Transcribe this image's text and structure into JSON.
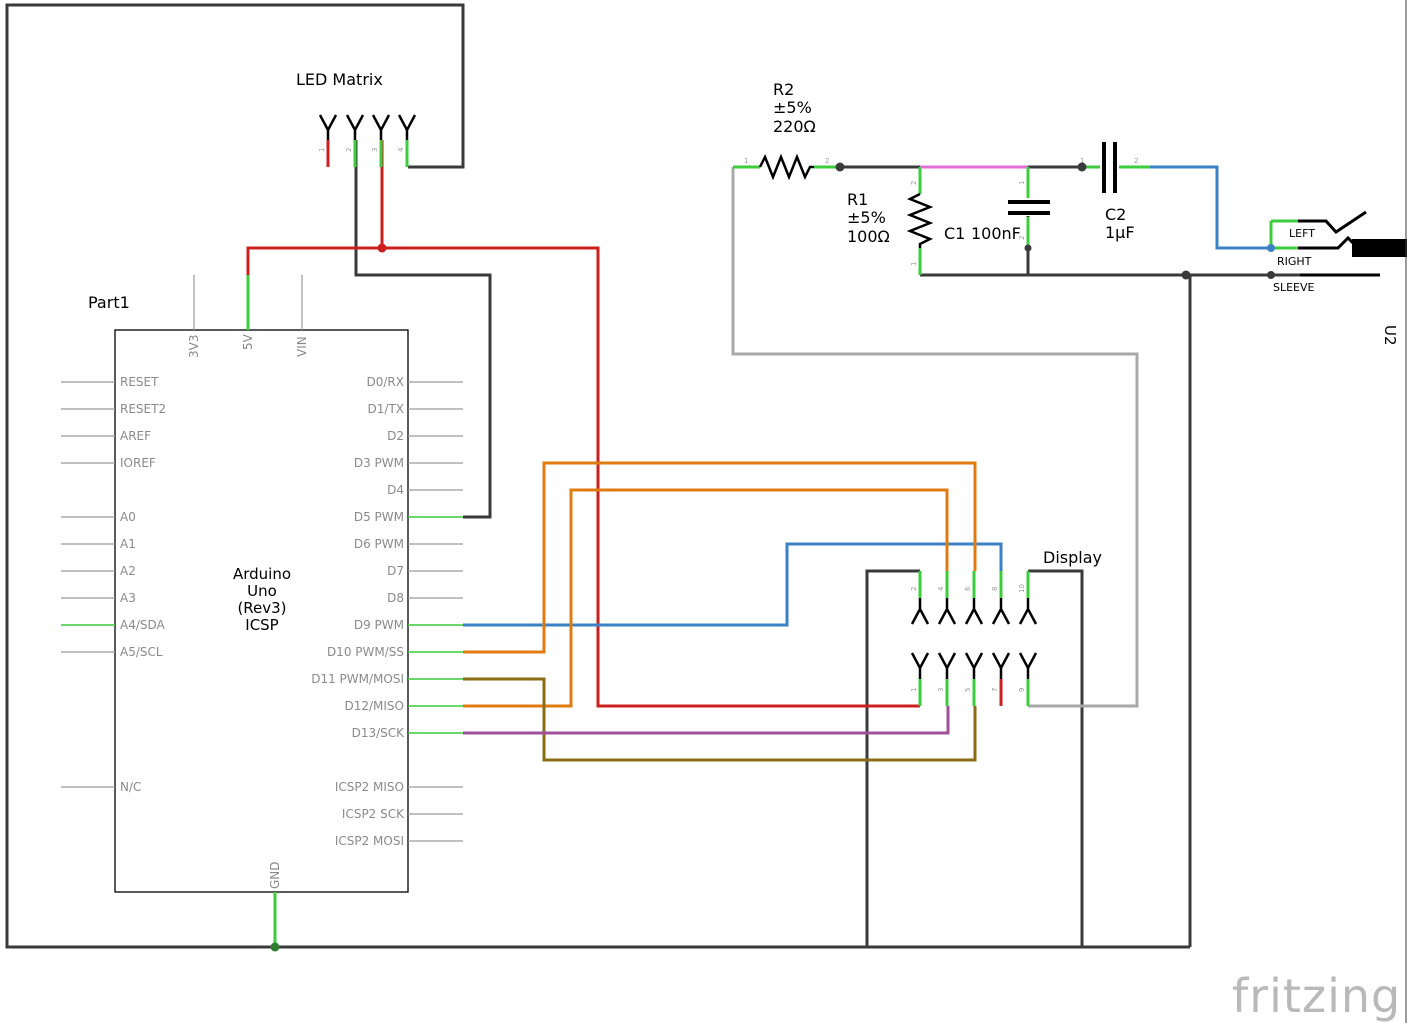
{
  "colors": {
    "black": "#3a3a3a",
    "red": "#cc1f1f",
    "orange": "#e07b10",
    "olive": "#8b6b14",
    "blue": "#3b82c4",
    "magenta": "#a0509a",
    "pink": "#e070d8",
    "gray": "#a8a8a8",
    "green": "#3ccc3c",
    "pin_gray": "#9a9a9a"
  },
  "led_matrix": {
    "label": "LED Matrix",
    "pins": [
      "1",
      "2",
      "3",
      "4"
    ]
  },
  "arduino": {
    "part_label": "Part1",
    "name_lines": [
      "Arduino",
      "Uno",
      "(Rev3)",
      "ICSP"
    ],
    "top_pins": [
      "3V3",
      "5V",
      "VIN"
    ],
    "bottom_pin": "GND",
    "left_pins": [
      "RESET",
      "RESET2",
      "AREF",
      "IOREF",
      "A0",
      "A1",
      "A2",
      "A3",
      "A4/SDA",
      "A5/SCL",
      "N/C"
    ],
    "right_pins": [
      "D0/RX",
      "D1/TX",
      "D2",
      "D3 PWM",
      "D4",
      "D5 PWM",
      "D6 PWM",
      "D7",
      "D8",
      "D9 PWM",
      "D10 PWM/SS",
      "D11 PWM/MOSI",
      "D12/MISO",
      "D13/SCK",
      "ICSP2 MISO",
      "ICSP2 SCK",
      "ICSP2 MOSI"
    ]
  },
  "r2": {
    "name": "R2",
    "tolerance": "±5%",
    "value": "220Ω",
    "pin1": "1",
    "pin2": "2"
  },
  "r1": {
    "name": "R1",
    "tolerance": "±5%",
    "value": "100Ω",
    "pin1": "1",
    "pin2": "2"
  },
  "c1": {
    "name": "C1",
    "value": "100nF",
    "pin1": "1",
    "pin2": "2"
  },
  "c2": {
    "name": "C2",
    "value": "1µF",
    "pin1": "1",
    "pin2": "2"
  },
  "audio_jack": {
    "name": "U2",
    "left": "LEFT",
    "right": "RIGHT",
    "sleeve": "SLEEVE"
  },
  "display": {
    "label": "Display",
    "top_pins": [
      "2",
      "4",
      "6",
      "8",
      "10"
    ],
    "bottom_pins": [
      "1",
      "3",
      "5",
      "7",
      "9"
    ]
  },
  "brand": "fritzing"
}
